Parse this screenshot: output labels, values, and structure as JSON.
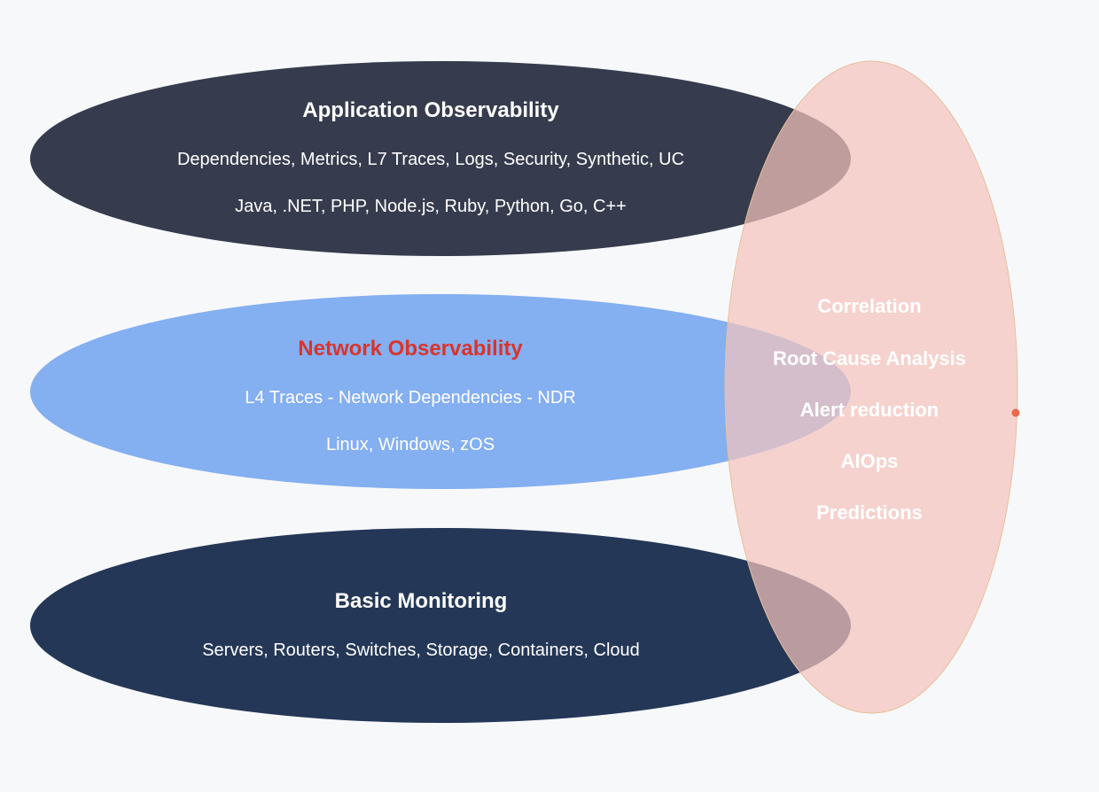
{
  "layers": [
    {
      "id": "application",
      "title": "Application Observability",
      "lines": [
        "Dependencies, Metrics, L7 Traces, Logs, Security, Synthetic, UC",
        "Java, .NET, PHP, Node.js, Ruby, Python, Go, C++"
      ],
      "fill": "#363c4d",
      "title_color": "#ffffff"
    },
    {
      "id": "network",
      "title": "Network Observability",
      "lines": [
        "L4 Traces - Network Dependencies - NDR",
        "Linux, Windows, zOS"
      ],
      "fill": "#84aff0",
      "title_color": "#d9342b"
    },
    {
      "id": "basic",
      "title": "Basic Monitoring",
      "lines": [
        "Servers, Routers, Switches, Storage, Containers, Cloud"
      ],
      "fill": "#243757",
      "title_color": "#ffffff"
    }
  ],
  "overlay": {
    "items": [
      "Correlation",
      "Root Cause Analysis",
      "Alert reduction",
      "AIOps",
      "Predictions"
    ],
    "fill": "#f4c3bd",
    "stroke": "#e6c09a",
    "marker_color": "#e8684a"
  }
}
